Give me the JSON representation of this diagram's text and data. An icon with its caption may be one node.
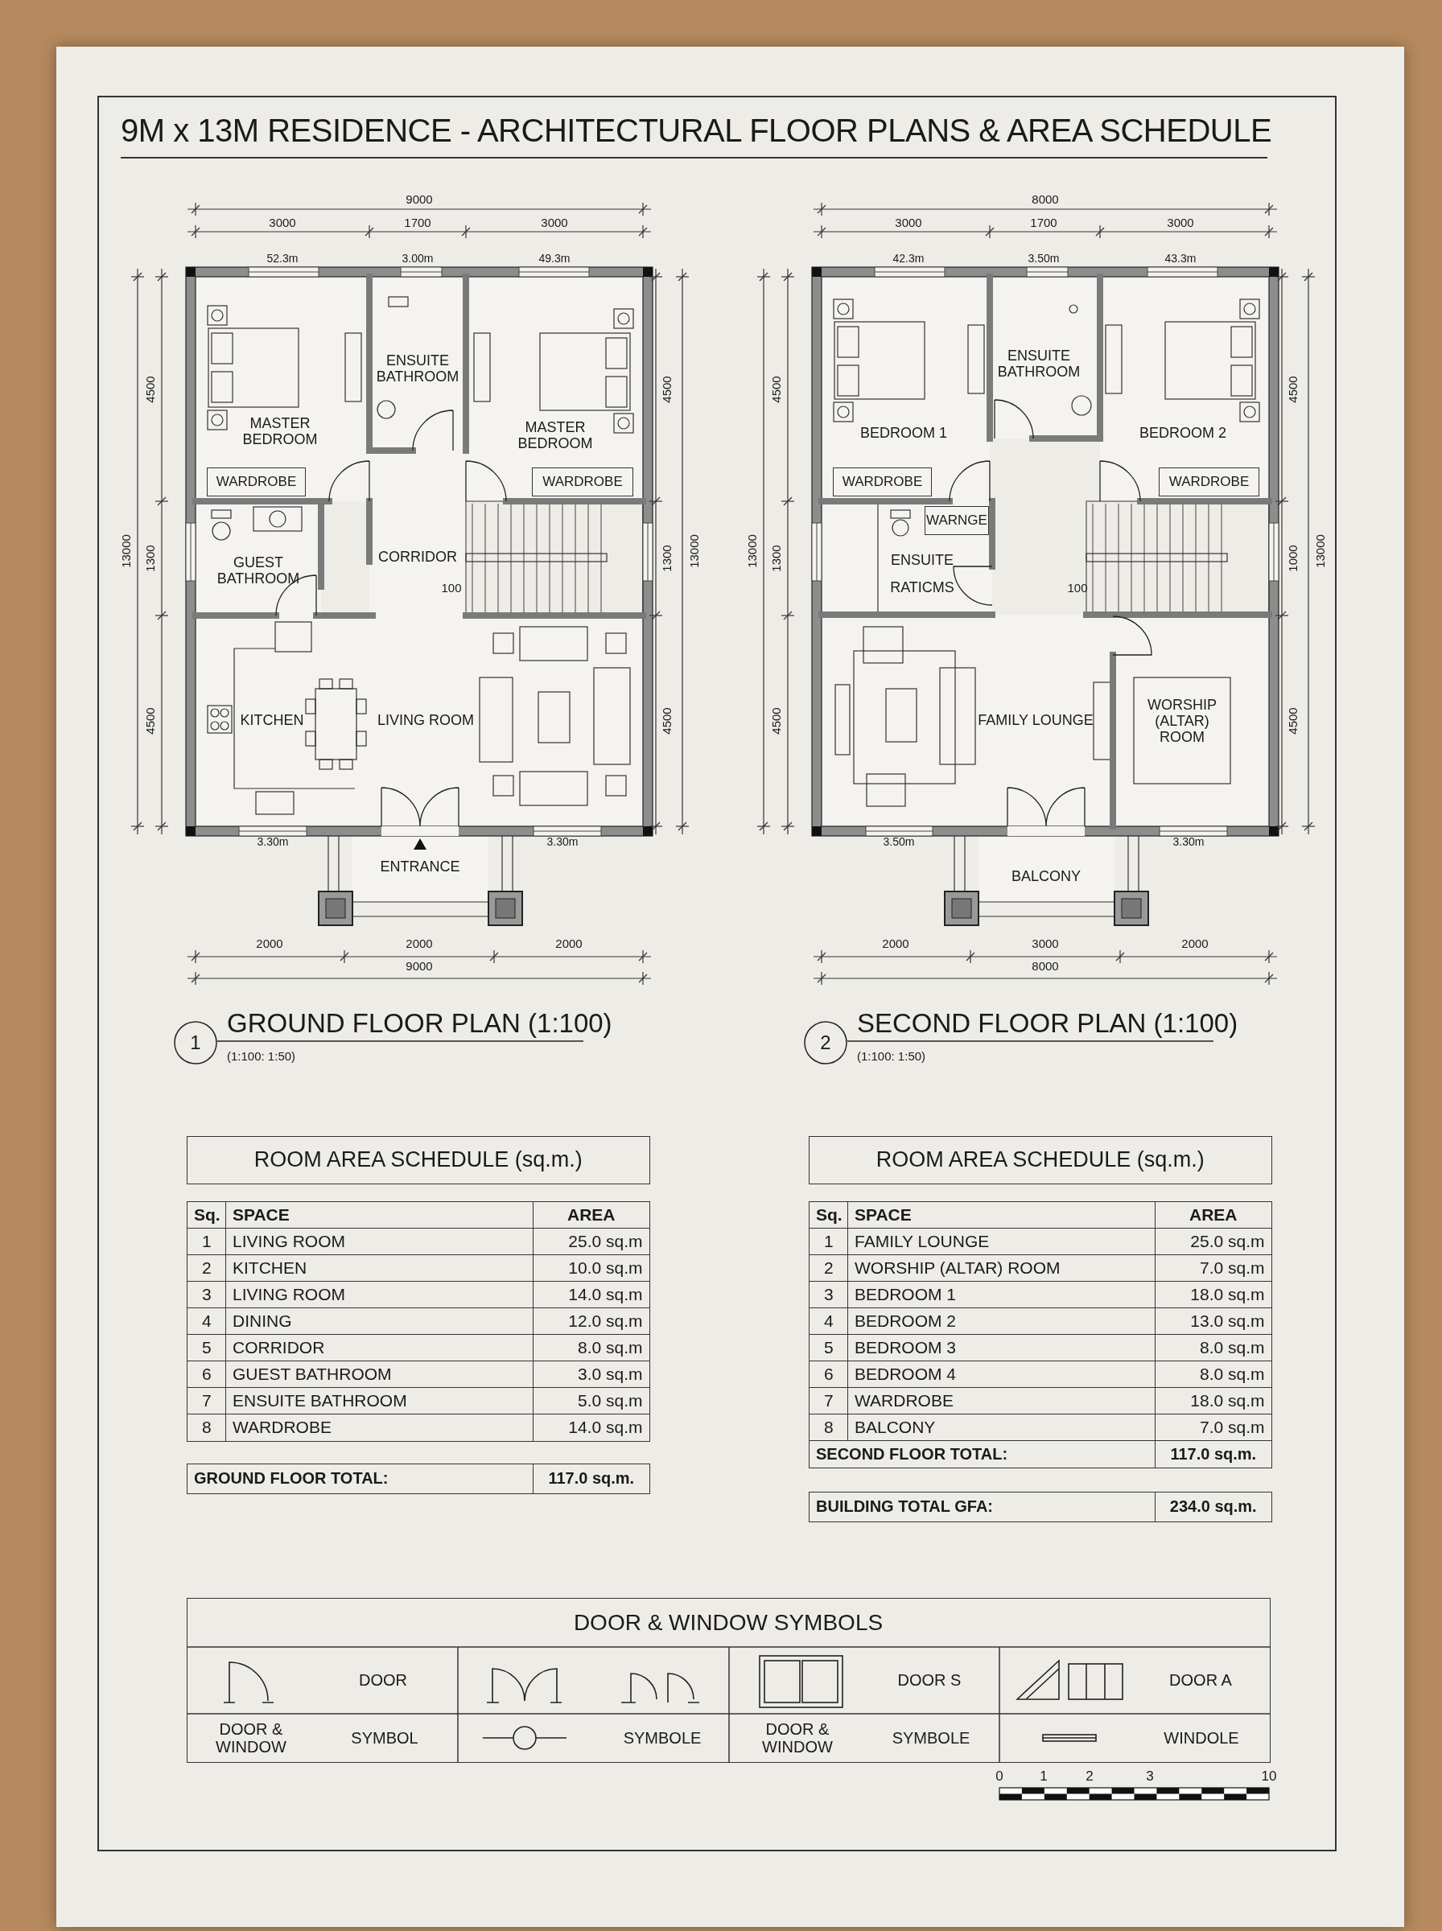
{
  "diagram": {
    "title": "9M x 13M RESIDENCE - ARCHITECTURAL FLOOR PLANS & AREA SCHEDULE",
    "nodes": [
      {
        "text": [
          "MASTER BEDROOM"
        ]
      },
      {
        "text": [
          "WARDROBE"
        ],
        "in": 0
      },
      {
        "text": [
          "ENSUITE BATHROOM"
        ]
      },
      {
        "text": [
          "MASTER BEDROOM"
        ]
      },
      {
        "text": [
          "WARDROBE"
        ],
        "in": 3
      },
      {
        "text": [
          "GUEST BATHROOM"
        ]
      },
      {
        "text": [
          "CORRIDOR"
        ]
      },
      {
        "text": [
          "KITCHEN"
        ]
      },
      {
        "text": [
          "LIVING ROOM"
        ]
      },
      {
        "text": [
          "ENTRANCE"
        ]
      },
      {
        "text": [
          "BEDROOM 1"
        ]
      },
      {
        "text": [
          "WARDROBE"
        ],
        "in": 10
      },
      {
        "text": [
          "ENSUITE BATHROOM"
        ]
      },
      {
        "text": [
          "BEDROOM 2"
        ]
      },
      {
        "text": [
          "WARDROBE"
        ],
        "in": 13
      },
      {
        "text": [
          "ENSUITE RATICMS"
        ]
      },
      {
        "text": [
          "WARNGE"
        ],
        "in": 15
      },
      {
        "text": [
          "FAMILY LOUNGE"
        ]
      },
      {
        "text": [
          "WORSHIP (ALTAR) ROOM"
        ]
      },
      {
        "text": [
          "BALCONY"
        ]
      }
    ],
    "labels": [
      "9000",
      "3000",
      "1700",
      "3000",
      "52.3m",
      "3.00m",
      "49.3m",
      "4500",
      "1300",
      "4500",
      "13000",
      "4500",
      "1300",
      "4500",
      "13000",
      "100",
      "3.30m",
      "3.30m",
      "2000",
      "2000",
      "2000",
      "9000",
      "8000",
      "3000",
      "1700",
      "3000",
      "42.3m",
      "3.50m",
      "43.3m",
      "4500",
      "1300",
      "4500",
      "13000",
      "4500",
      "1000",
      "4500",
      "13000",
      "100",
      "3.50m",
      "3.30m",
      "2000",
      "3000",
      "2000",
      "8000",
      "1",
      "GROUND FLOOR PLAN (1:100)",
      "(1:100: 1:50)",
      "2",
      "SECOND FLOOR PLAN (1:100)",
      "(1:100: 1:50)",
      "ROOM AREA SCHEDULE (sq.m.)",
      "Sq.",
      "SPACE",
      "AREA",
      "1",
      "LIVING ROOM",
      "25.0 sq.m",
      "2",
      "KITCHEN",
      "10.0 sq.m",
      "3",
      "LIVING ROOM",
      "14.0 sq.m",
      "4",
      "DINING",
      "12.0 sq.m",
      "5",
      "CORRIDOR",
      "8.0 sq.m",
      "6",
      "GUEST BATHROOM",
      "3.0 sq.m",
      "7",
      "ENSUITE BATHROOM",
      "5.0 sq.m",
      "8",
      "WARDROBE",
      "14.0 sq.m",
      "GROUND FLOOR TOTAL:",
      "117.0 sq.m.",
      "ROOM AREA SCHEDULE (sq.m.)",
      "Sq.",
      "SPACE",
      "AREA",
      "1",
      "FAMILY LOUNGE",
      "25.0 sq.m",
      "2",
      "WORSHIP (ALTAR) ROOM",
      "7.0 sq.m",
      "3",
      "BEDROOM 1",
      "18.0 sq.m",
      "4",
      "BEDROOM 2",
      "13.0 sq.m",
      "5",
      "BEDROOM 3",
      "8.0 sq.m",
      "6",
      "BEDROOM 4",
      "8.0 sq.m",
      "7",
      "WARDROBE",
      "18.0 sq.m",
      "8",
      "BALCONY",
      "7.0 sq.m",
      "SECOND FLOOR TOTAL:",
      "117.0 sq.m.",
      "BUILDING TOTAL GFA:",
      "234.0 sq.m.",
      "DOOR & WINDOW SYMBOLS",
      "DOOR",
      "DOOR S",
      "DOOR A",
      "DOOR & WINDOW",
      "SYMBOL",
      "SYMBOLE",
      "DOOR & WINDOW",
      "SYMBOLE",
      "WINDOLE",
      "0",
      "1",
      "2",
      "3",
      "10"
    ]
  }
}
